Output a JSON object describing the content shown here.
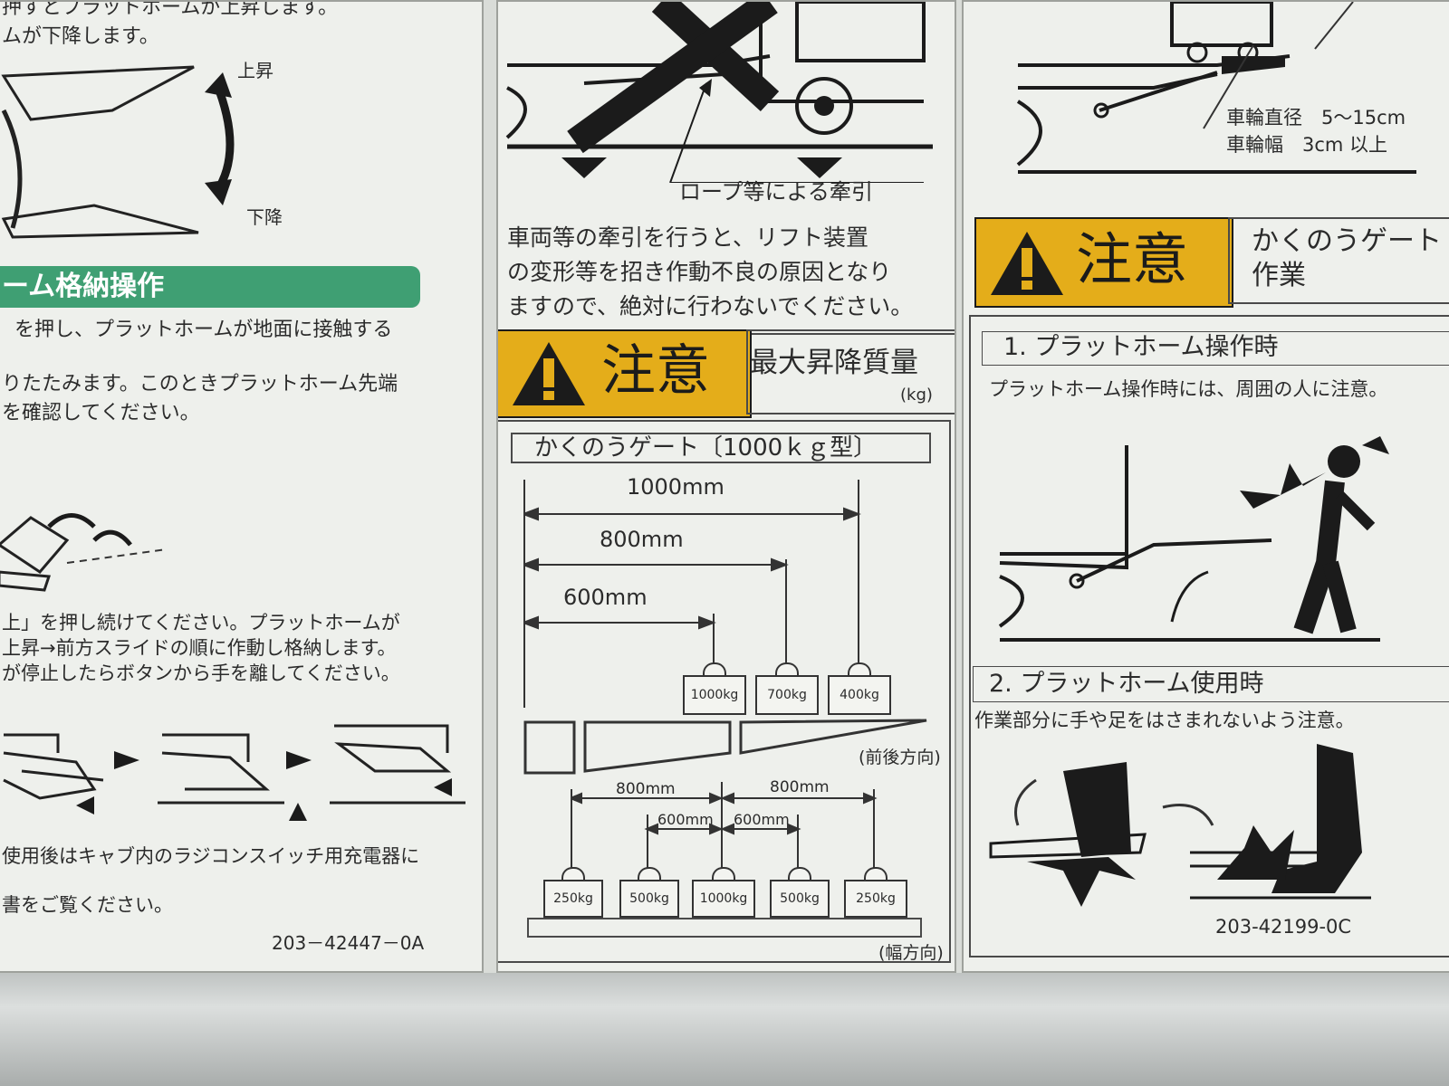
{
  "left": {
    "top_line1": "押すとプラットホームが上昇します。",
    "top_line2": "ムが下降します。",
    "label_up": "上昇",
    "label_down": "下降",
    "green_header": "ーム格納操作",
    "line_a": "を押し、プラットホームが地面に接触する",
    "line_b": "りたたみます。このときプラットホーム先端",
    "line_c": "を確認してください。",
    "line_d": "上」を押し続けてください。プラットホームが",
    "line_e": "上昇→前方スライドの順に作動し格納します。",
    "line_f": "が停止したらボタンから手を離してください。",
    "line_g": "使用後はキャブ内のラジコンスイッチ用充電器に",
    "line_h": "書をご覧ください。",
    "code": "203－42447－0A"
  },
  "middle": {
    "rope_label": "ロープ等による牽引",
    "para1": "車両等の牽引を行うと、リフト装置",
    "para2": "の変形等を招き作動不良の原因となり",
    "para3": "ますので、絶対に行わないでください。",
    "caution": "注意",
    "max_mass": "最大昇降質量",
    "unit": "(kg)",
    "gate_title": "かくのうゲート〔1000ｋｇ型〕",
    "dim_1000": "1000mm",
    "dim_800": "800mm",
    "dim_600": "600mm",
    "w1": "1000kg",
    "w2": "700kg",
    "w3": "400kg",
    "front_back": "(前後方向)",
    "wd_800a": "800mm",
    "wd_800b": "800mm",
    "wd_600a": "600mm",
    "wd_600b": "600mm",
    "b1": "250kg",
    "b2": "500kg",
    "b3": "1000kg",
    "b4": "500kg",
    "b5": "250kg",
    "width_dir": "(幅方向)"
  },
  "right": {
    "wheel_dia": "車輪直径　5～15cm",
    "wheel_w": "車輪幅　3cm 以上",
    "caution": "注意",
    "gate_line1": "かくのうゲート",
    "gate_line2": "作業",
    "s1_title": "1. プラットホーム操作時",
    "s1_text": "プラットホーム操作時には、周囲の人に注意。",
    "s2_title": "2. プラットホーム使用時",
    "s2_text": "作業部分に手や足をはさまれないよう注意。",
    "code": "203-42199-0C"
  },
  "colors": {
    "caution_yellow": "#e4ad1a",
    "header_green": "#3f9f73",
    "panel_bg": "#eef0ec",
    "ink": "#1b1b1b"
  }
}
